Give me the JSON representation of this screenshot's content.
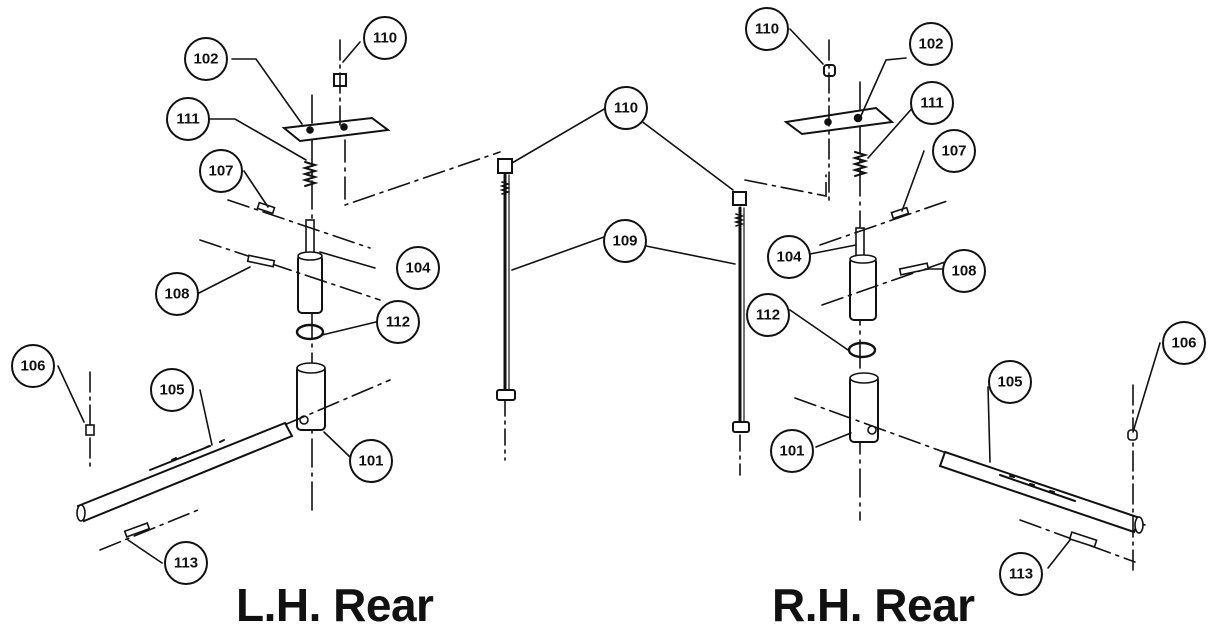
{
  "titles": {
    "left": "L.H. Rear",
    "right": "R.H. Rear"
  },
  "callouts": {
    "c101": "101",
    "c102": "102",
    "c104": "104",
    "c105": "105",
    "c106": "106",
    "c107": "107",
    "c108": "108",
    "c109": "109",
    "c110": "110",
    "c111": "111",
    "c112": "112",
    "c113": "113"
  },
  "colors": {
    "ink": "#111111",
    "background": "#ffffff"
  }
}
